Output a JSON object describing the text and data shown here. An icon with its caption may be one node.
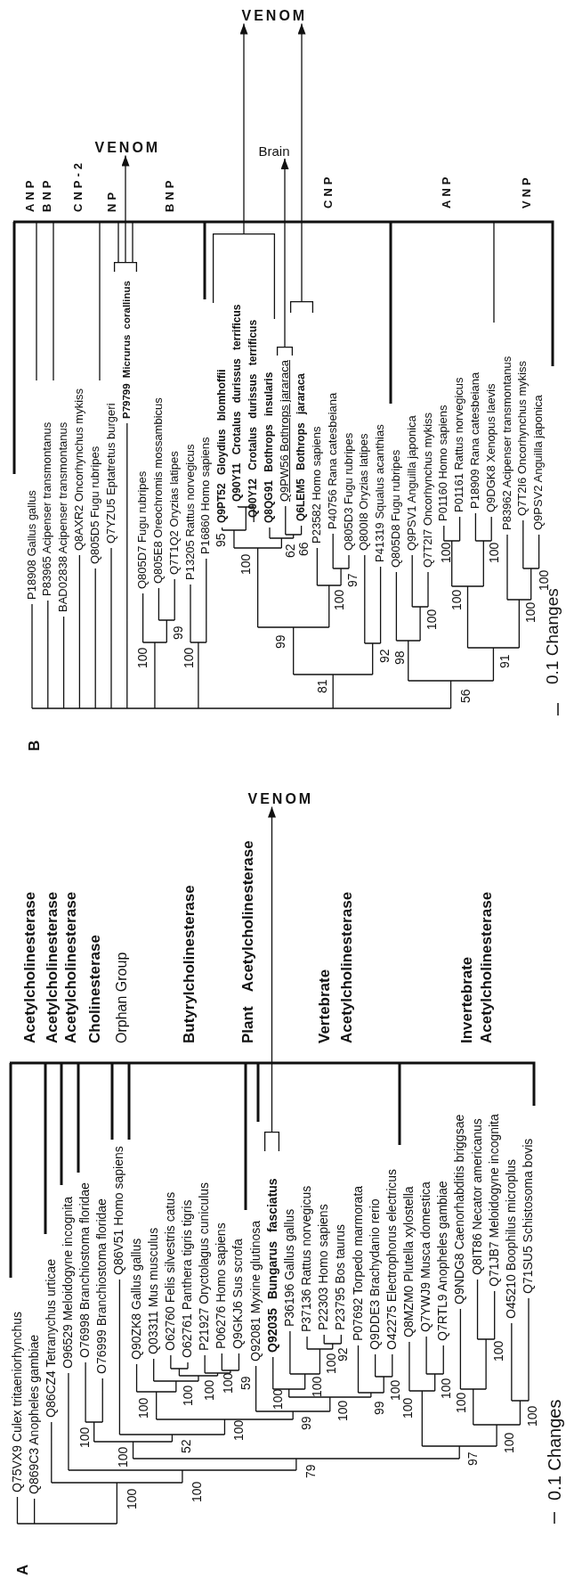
{
  "diagram": {
    "nodes": [
      {
        "text": [
          "VENOM"
        ]
      },
      {
        "text": [],
        "shape": "bracket"
      },
      {
        "text": [
          "VENOM"
        ]
      },
      {
        "text": [],
        "shape": "bracket"
      },
      {
        "text": [
          "VENOM"
        ]
      },
      {
        "text": [
          "Brain"
        ]
      },
      {
        "text": [],
        "shape": "bracket"
      },
      {
        "text": [],
        "shape": "bracket"
      },
      {
        "text": [],
        "shape": "bracket"
      }
    ],
    "edges": [
      {
        "from": 1,
        "to": 0,
        "arrow": "to"
      },
      {
        "from": 3,
        "to": 2,
        "arrow": "to"
      },
      {
        "from": 6,
        "to": 4,
        "arrow": "to"
      },
      {
        "from": 8,
        "to": 4,
        "arrow": "to"
      },
      {
        "from": 7,
        "to": 5,
        "arrow": "to"
      }
    ],
    "labels": [
      "A",
      "Acetylcholinesterase",
      "Acetylcholinesterase",
      "Acetylcholinesterase",
      "Cholinesterase",
      "Orphan Group",
      "Butyrylcholinesterase",
      "Plant Acetylcholinesterase",
      "Vertebrate Acetylcholinesterase",
      "Invertebrate Acetylcholinesterase",
      "Q75VX9 Culex tritaeniorhynchus",
      "Q869C3 Anopheles gambiae",
      "Q86CZ4 Tetranychus urticae",
      "O96529 Meloidogyne incognita",
      "O76998 Branchiostoma floridae",
      "O76999 Branchiostoma floridae",
      "Q86V51 Homo sapiens",
      "Q90ZK8 Gallus gallus",
      "Q03311 Mus musculus",
      "O62760 Felis silvestris catus",
      "O62761 Panthera tigris tigris",
      "P21927 Oryctolagus cuniculus",
      "P06276 Homo sapiens",
      "Q9GKJ6 Sus scrofa",
      "Q92081 Myxine glutinosa",
      "Q92035 Bungarus fasciatus",
      "P36196 Gallus gallus",
      "P37136 Rattus norvegicus",
      "P22303 Homo sapiens",
      "P23795 Bos taurus",
      "P07692 Torpedo marmorata",
      "Q9DDE3 Brachydanio rerio",
      "O42275 Electrophorus electricus",
      "Q8MZM0 Plutella xylostella",
      "Q7YWJ9 Musca domestica",
      "Q7RTL9 Anopheles gambiae",
      "Q9NDG8 Caenorhabditis briggsae",
      "Q8IT86 Necator americanus",
      "Q71JB7 Meloidogyne incognita",
      "O45210 Boophilus microplus",
      "Q71SU5 Schistosoma bovis",
      "100",
      "100",
      "79",
      "100",
      "100",
      "52",
      "100",
      "100",
      "100",
      "100",
      "100",
      "59",
      "99",
      "100",
      "100",
      "100",
      "100",
      "92",
      "99",
      "100",
      "97",
      "100",
      "100",
      "100",
      "100",
      "100",
      "100",
      "0.1 Changes",
      "B",
      "ANP",
      "BNP",
      "CNP-2",
      "NP",
      "BNP",
      "CNP",
      "ANP",
      "VNP",
      "P18908 Gallus gallus",
      "P83965 Acipenser transmontanus",
      "BAD02838 Acipenser transmontanus",
      "Q8AXR2 Oncorhynchus mykiss",
      "Q805D5 Fugu rubripes",
      "Q7YZU5 Eptatretus burgeri",
      "P79799 Micrurus corallinus",
      "Q805D7 Fugu rubripes",
      "Q805E8 Oreochromis mossambicus",
      "Q7T1Q2 Oryzias latipes",
      "P13205 Rattus norvegicus",
      "P16860 Homo sapiens",
      "Q9PT52 Gloydius blomhoffii",
      "Q90Y11 Crotalus durissus terrificus",
      "Q90Y12 Crotalus durissus terrificus",
      "Q8QG91 Bothrops insularis",
      "Q9PW56 Bothrops jararaca",
      "Q6LEM5 Bothrops jararaca",
      "P23582 Homo sapiens",
      "P40756 Rana catesbeiana",
      "Q805D3 Fugu rubripes",
      "Q800I8 Oryzias latipes",
      "P41319 Squalus acanthias",
      "Q805D8 Fugu rubripes",
      "Q9PSV1 Anguilla japonica",
      "Q7T2I7 Oncorhynchus mykiss",
      "P01160 Homo sapiens",
      "P01161 Rattus norvegicus",
      "P18909 Rana catesbeiana",
      "Q9DGK8 Xenopus laevis",
      "P83962 Acipenser transmontanus",
      "Q7T2I6 Oncorhynchus mykiss",
      "Q9PSV2 Anguilla japonica",
      "100",
      "99",
      "100",
      "81",
      "99",
      "100",
      "95",
      "62",
      "66",
      "100",
      "97",
      "92",
      "56",
      "98",
      "100",
      "91",
      "100",
      "100",
      "100",
      "100",
      "100",
      "0.1 Changes"
    ]
  }
}
